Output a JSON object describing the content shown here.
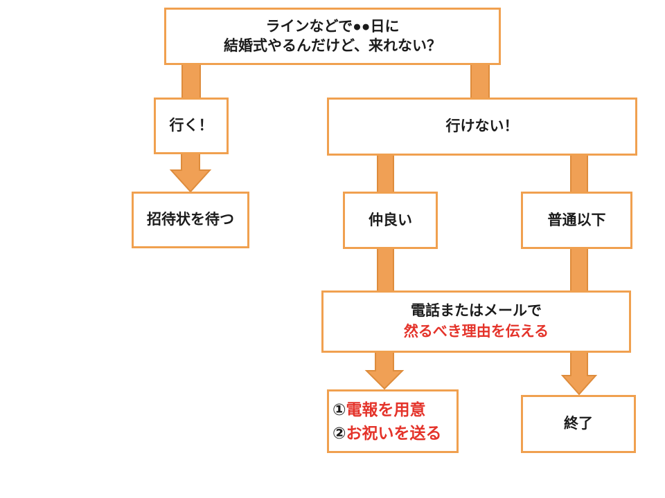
{
  "flowchart": {
    "nodes": {
      "question": {
        "line1": "ラインなどで●●日に",
        "line2": "結婚式やるんだけど、来れない？"
      },
      "go": {
        "label": "行く！"
      },
      "cannot_go": {
        "label": "行けない！"
      },
      "wait_invitation": {
        "label": "招待状を待つ"
      },
      "close_friend": {
        "label": "仲良い"
      },
      "ordinary_or_less": {
        "label": "普通以下"
      },
      "tell_reason": {
        "line1": "電話またはメールで",
        "line2": "然るべき理由を伝える"
      },
      "prepare_gift": {
        "item1_marker": "①",
        "item1_text": "電報を用意",
        "item2_marker": "②",
        "item2_text": "お祝いを送る"
      },
      "end": {
        "label": "終了"
      }
    },
    "edges": [
      {
        "from": "question",
        "to": "go",
        "style": "bar"
      },
      {
        "from": "question",
        "to": "cannot_go",
        "style": "bar"
      },
      {
        "from": "go",
        "to": "wait_invitation",
        "style": "arrow"
      },
      {
        "from": "cannot_go",
        "to": "close_friend",
        "style": "bar"
      },
      {
        "from": "cannot_go",
        "to": "ordinary_or_less",
        "style": "bar"
      },
      {
        "from": "close_friend",
        "to": "tell_reason",
        "style": "bar"
      },
      {
        "from": "tell_reason",
        "to": "prepare_gift",
        "style": "arrow"
      },
      {
        "from": "ordinary_or_less",
        "to": "end",
        "style": "arrow"
      }
    ],
    "colors": {
      "box_border": "#f0a04f",
      "box_fill": "#ffffff",
      "arrow_fill": "#f0a055",
      "arrow_border": "#de8c3c",
      "text": "#1b1b1b",
      "emphasis": "#e4332a",
      "bg": "#ffffff"
    }
  }
}
